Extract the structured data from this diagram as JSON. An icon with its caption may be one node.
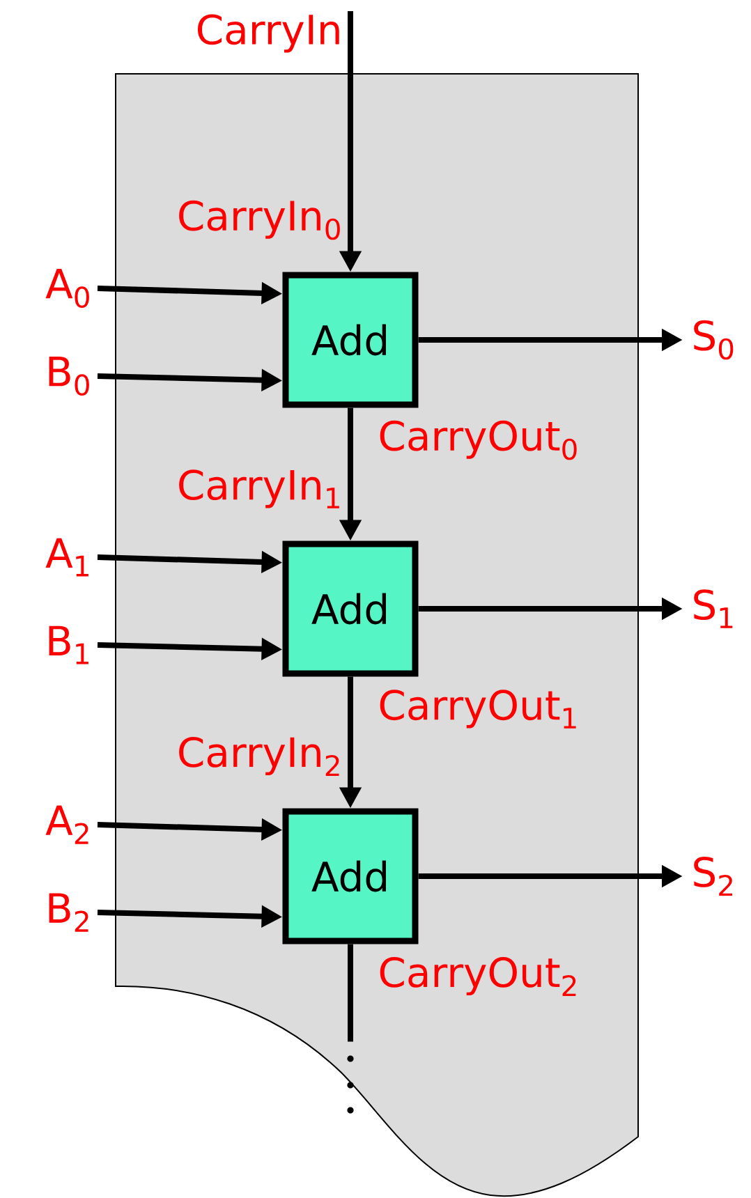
{
  "diagram": {
    "nodes": [
      {
        "text": [],
        "shape": "box"
      },
      {
        "text": [
          "CarryIn"
        ]
      },
      {
        "text": [
          "A$_{0}$"
        ]
      },
      {
        "text": [
          "B$_{0}$"
        ]
      },
      {
        "text": [
          "Add"
        ],
        "in": 0,
        "beside": [
          "CarryIn$_{0}$",
          "CarryOut$_{0}$"
        ]
      },
      {
        "text": [
          "S$_{0}$"
        ]
      },
      {
        "text": [
          "A$_{1}$"
        ]
      },
      {
        "text": [
          "B$_{1}$"
        ]
      },
      {
        "text": [
          "Add"
        ],
        "in": 0,
        "beside": [
          "CarryIn$_{1}$",
          "CarryOut$_{1}$"
        ]
      },
      {
        "text": [
          "S$_{1}$"
        ]
      },
      {
        "text": [
          "A$_{2}$"
        ]
      },
      {
        "text": [
          "B$_{2}$"
        ]
      },
      {
        "text": [
          "Add"
        ],
        "in": 0,
        "beside": [
          "CarryIn$_{2}$",
          "CarryOut$_{2}$"
        ]
      },
      {
        "text": [
          "S$_{2}$"
        ]
      }
    ],
    "edges": [
      {
        "from": 1,
        "to": 4,
        "arrow": "to"
      },
      {
        "from": 2,
        "to": 4,
        "arrow": "to"
      },
      {
        "from": 3,
        "to": 4,
        "arrow": "to"
      },
      {
        "from": 4,
        "to": 5,
        "arrow": "to"
      },
      {
        "from": 4,
        "to": 8,
        "arrow": "to"
      },
      {
        "from": 6,
        "to": 8,
        "arrow": "to"
      },
      {
        "from": 7,
        "to": 8,
        "arrow": "to"
      },
      {
        "from": 8,
        "to": 9,
        "arrow": "to"
      },
      {
        "from": 8,
        "to": 12,
        "arrow": "to"
      },
      {
        "from": 10,
        "to": 12,
        "arrow": "to"
      },
      {
        "from": 11,
        "to": 12,
        "arrow": "to"
      },
      {
        "from": 12,
        "to": 13,
        "arrow": "to"
      },
      {
        "from": 12,
        "to": null,
        "arrow": "none"
      }
    ]
  }
}
